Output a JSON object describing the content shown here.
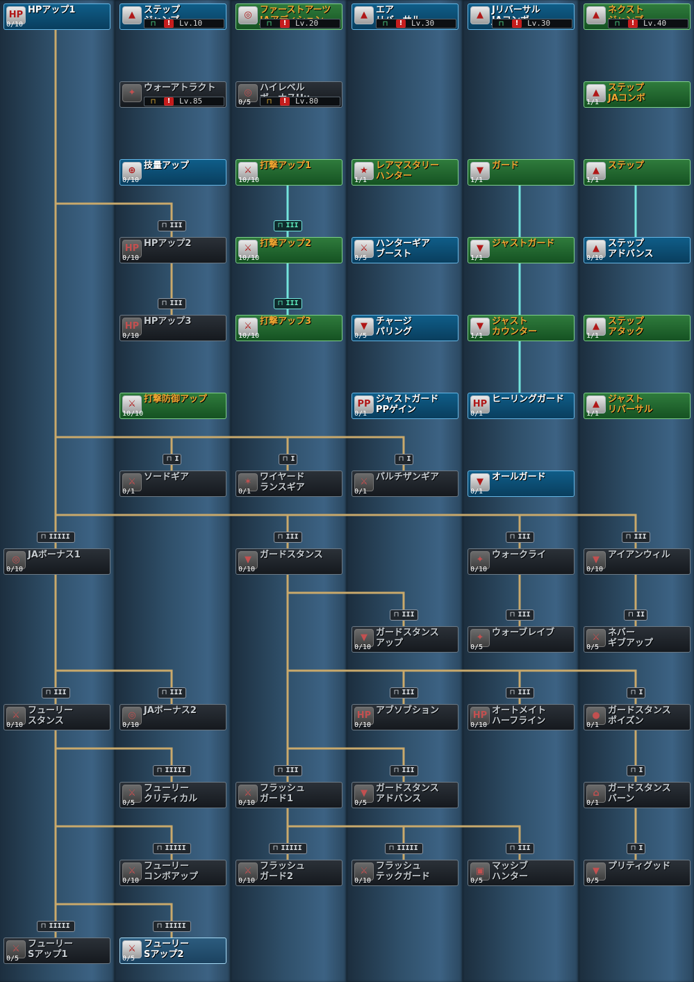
{
  "icons": {
    "lock": "padlock-icon",
    "warning": "warning-icon",
    "skill": "skill-icon"
  },
  "colors": {
    "learned": "#2f7b3c",
    "partial": "#0f5d88",
    "locked": "#1f2429",
    "learned_text": "#f0a531",
    "wire": "#c9a96b",
    "wire_active": "#73e4dc"
  },
  "skills": [
    {
      "id": "hp-up-1",
      "col": 0,
      "row": 0,
      "name": "HPアップ1",
      "points": "0/10",
      "state": "partial",
      "icon": "HP"
    },
    {
      "id": "step-jump",
      "col": 1,
      "row": 0,
      "name": "ステップ\nジャンプ",
      "points": "",
      "state": "partial",
      "icon": "▲",
      "req": "Lv.10",
      "lock": "green"
    },
    {
      "id": "first-arts-ja-addition",
      "col": 2,
      "row": 0,
      "name": "ファーストアーツ\nJAアディション",
      "points": "",
      "state": "learned",
      "icon": "◎",
      "req": "Lv.20",
      "lock": "green"
    },
    {
      "id": "air-reversal",
      "col": 3,
      "row": 0,
      "name": "エア\nリバーサル",
      "points": "",
      "state": "partial",
      "icon": "▲",
      "req": "Lv.30",
      "lock": "green"
    },
    {
      "id": "j-reversal-ja-combo",
      "col": 4,
      "row": 0,
      "name": "Jリバーサル\nJAコンボ",
      "points": "",
      "state": "partial",
      "icon": "▲",
      "req": "Lv.30",
      "lock": "green"
    },
    {
      "id": "next-jump",
      "col": 5,
      "row": 0,
      "name": "ネクスト\nジャンプ",
      "points": "",
      "state": "learned",
      "icon": "▲",
      "req": "Lv.40",
      "lock": "green"
    },
    {
      "id": "war-attract",
      "col": 1,
      "row": 1,
      "name": "ウォーアトラクト",
      "points": "",
      "state": "locked",
      "icon": "✦",
      "req": "Lv.85",
      "lock": "gold"
    },
    {
      "id": "high-level-bonus-hu",
      "col": 2,
      "row": 1,
      "name": "ハイレベル\nボーナスHu",
      "points": "0/5",
      "state": "locked",
      "icon": "◎",
      "req": "Lv.80",
      "lock": "gold"
    },
    {
      "id": "step-ja-combo",
      "col": 5,
      "row": 1,
      "name": "ステップ\nJAコンボ",
      "points": "1/1",
      "state": "learned",
      "icon": "▲"
    },
    {
      "id": "skill-up",
      "col": 1,
      "row": 2,
      "name": "技量アップ",
      "points": "0/10",
      "state": "partial",
      "icon": "⊕"
    },
    {
      "id": "strike-up-1",
      "col": 2,
      "row": 2,
      "name": "打撃アップ1",
      "points": "10/10",
      "state": "learned",
      "icon": "⚔"
    },
    {
      "id": "rare-mastery-hunter",
      "col": 3,
      "row": 2,
      "name": "レアマスタリー\nハンター",
      "points": "1/1",
      "state": "learned",
      "icon": "★"
    },
    {
      "id": "guard",
      "col": 4,
      "row": 2,
      "name": "ガード",
      "points": "1/1",
      "state": "learned",
      "icon": "▼"
    },
    {
      "id": "step",
      "col": 5,
      "row": 2,
      "name": "ステップ",
      "points": "1/1",
      "state": "learned",
      "icon": "▲"
    },
    {
      "id": "hp-up-2",
      "col": 1,
      "row": 3,
      "name": "HPアップ2",
      "points": "0/10",
      "state": "locked",
      "icon": "HP"
    },
    {
      "id": "strike-up-2",
      "col": 2,
      "row": 3,
      "name": "打撃アップ2",
      "points": "10/10",
      "state": "learned",
      "icon": "⚔"
    },
    {
      "id": "hunter-gear-boost",
      "col": 3,
      "row": 3,
      "name": "ハンターギア\nブースト",
      "points": "0/5",
      "state": "partial",
      "icon": "⚔"
    },
    {
      "id": "just-guard",
      "col": 4,
      "row": 3,
      "name": "ジャストガード",
      "points": "1/1",
      "state": "learned",
      "icon": "▼"
    },
    {
      "id": "step-advance",
      "col": 5,
      "row": 3,
      "name": "ステップ\nアドバンス",
      "points": "0/10",
      "state": "partial",
      "icon": "▲"
    },
    {
      "id": "hp-up-3",
      "col": 1,
      "row": 4,
      "name": "HPアップ3",
      "points": "0/10",
      "state": "locked",
      "icon": "HP"
    },
    {
      "id": "strike-up-3",
      "col": 2,
      "row": 4,
      "name": "打撃アップ3",
      "points": "10/10",
      "state": "learned",
      "icon": "⚔"
    },
    {
      "id": "charge-parry",
      "col": 3,
      "row": 4,
      "name": "チャージ\nパリング",
      "points": "0/5",
      "state": "partial",
      "icon": "▼"
    },
    {
      "id": "just-counter",
      "col": 4,
      "row": 4,
      "name": "ジャスト\nカウンター",
      "points": "1/1",
      "state": "learned",
      "icon": "▼"
    },
    {
      "id": "step-attack",
      "col": 5,
      "row": 4,
      "name": "ステップ\nアタック",
      "points": "1/1",
      "state": "learned",
      "icon": "▲"
    },
    {
      "id": "strike-defense-up",
      "col": 1,
      "row": 5,
      "name": "打撃防御アップ",
      "points": "10/10",
      "state": "learned",
      "icon": "⚔"
    },
    {
      "id": "just-guard-pp-gain",
      "col": 3,
      "row": 5,
      "name": "ジャストガード\nPPゲイン",
      "points": "0/1",
      "state": "partial",
      "icon": "PP"
    },
    {
      "id": "healing-guard",
      "col": 4,
      "row": 5,
      "name": "ヒーリングガード",
      "points": "0/1",
      "state": "partial",
      "icon": "HP"
    },
    {
      "id": "just-reversal",
      "col": 5,
      "row": 5,
      "name": "ジャスト\nリバーサル",
      "points": "1/1",
      "state": "learned",
      "icon": "▲"
    },
    {
      "id": "sword-gear",
      "col": 1,
      "row": 6,
      "name": "ソードギア",
      "points": "0/1",
      "state": "locked",
      "icon": "⚔"
    },
    {
      "id": "wired-lance-gear",
      "col": 2,
      "row": 6,
      "name": "ワイヤード\nランスギア",
      "points": "0/1",
      "state": "locked",
      "icon": "✶"
    },
    {
      "id": "partisan-gear",
      "col": 3,
      "row": 6,
      "name": "パルチザンギア",
      "points": "0/1",
      "state": "locked",
      "icon": "⚔"
    },
    {
      "id": "all-guard",
      "col": 4,
      "row": 6,
      "name": "オールガード",
      "points": "0/1",
      "state": "partial",
      "icon": "▼"
    },
    {
      "id": "ja-bonus-1",
      "col": 0,
      "row": 7,
      "name": "JAボーナス1",
      "points": "0/10",
      "state": "locked",
      "icon": "◎"
    },
    {
      "id": "guard-stance",
      "col": 2,
      "row": 7,
      "name": "ガードスタンス",
      "points": "0/10",
      "state": "locked",
      "icon": "▼"
    },
    {
      "id": "war-cry",
      "col": 4,
      "row": 7,
      "name": "ウォークライ",
      "points": "0/10",
      "state": "locked",
      "icon": "✦"
    },
    {
      "id": "iron-will",
      "col": 5,
      "row": 7,
      "name": "アイアンウィル",
      "points": "0/10",
      "state": "locked",
      "icon": "▼"
    },
    {
      "id": "guard-stance-up",
      "col": 3,
      "row": 8,
      "name": "ガードスタンス\nアップ",
      "points": "0/10",
      "state": "locked",
      "icon": "▼"
    },
    {
      "id": "war-brave",
      "col": 4,
      "row": 8,
      "name": "ウォーブレイブ",
      "points": "0/5",
      "state": "locked",
      "icon": "✦"
    },
    {
      "id": "never-give-up",
      "col": 5,
      "row": 8,
      "name": "ネバー\nギブアップ",
      "points": "0/5",
      "state": "locked",
      "icon": "⚔"
    },
    {
      "id": "fury-stance",
      "col": 0,
      "row": 9,
      "name": "フューリー\nスタンス",
      "points": "0/10",
      "state": "locked",
      "icon": "⚔"
    },
    {
      "id": "ja-bonus-2",
      "col": 1,
      "row": 9,
      "name": "JAボーナス2",
      "points": "0/10",
      "state": "locked",
      "icon": "◎"
    },
    {
      "id": "absorption",
      "col": 3,
      "row": 9,
      "name": "アブソブション",
      "points": "0/10",
      "state": "locked",
      "icon": "HP"
    },
    {
      "id": "automate-half-line",
      "col": 4,
      "row": 9,
      "name": "オートメイト\nハーフライン",
      "points": "0/10",
      "state": "locked",
      "icon": "HP"
    },
    {
      "id": "guard-stance-poison",
      "col": 5,
      "row": 9,
      "name": "ガードスタンス\nポイズン",
      "points": "0/1",
      "state": "locked",
      "icon": "●"
    },
    {
      "id": "fury-critical",
      "col": 1,
      "row": 10,
      "name": "フューリー\nクリティカル",
      "points": "0/5",
      "state": "locked",
      "icon": "⚔"
    },
    {
      "id": "flash-guard-1",
      "col": 2,
      "row": 10,
      "name": "フラッシュ\nガード1",
      "points": "0/10",
      "state": "locked",
      "icon": "⚔"
    },
    {
      "id": "guard-stance-advance",
      "col": 3,
      "row": 10,
      "name": "ガードスタンス\nアドバンス",
      "points": "0/5",
      "state": "locked",
      "icon": "▼"
    },
    {
      "id": "guard-stance-burn",
      "col": 5,
      "row": 10,
      "name": "ガードスタンス\nバーン",
      "points": "0/1",
      "state": "locked",
      "icon": "⌂"
    },
    {
      "id": "fury-combo-up",
      "col": 1,
      "row": 11,
      "name": "フューリー\nコンボアップ",
      "points": "0/10",
      "state": "locked",
      "icon": "⚔"
    },
    {
      "id": "flash-guard-2",
      "col": 2,
      "row": 11,
      "name": "フラッシュ\nガード2",
      "points": "0/10",
      "state": "locked",
      "icon": "⚔"
    },
    {
      "id": "flash-tech-guard",
      "col": 3,
      "row": 11,
      "name": "フラッシュ\nテックガード",
      "points": "0/10",
      "state": "locked",
      "icon": "⚔"
    },
    {
      "id": "massive-hunter",
      "col": 4,
      "row": 11,
      "name": "マッシブ\nハンター",
      "points": "0/5",
      "state": "locked",
      "icon": "▣"
    },
    {
      "id": "pretty-good",
      "col": 5,
      "row": 11,
      "name": "プリティグッド",
      "points": "0/5",
      "state": "locked",
      "icon": "▼"
    },
    {
      "id": "fury-s-up-1",
      "col": 0,
      "row": 12,
      "name": "フューリー\nSアップ1",
      "points": "0/5",
      "state": "locked",
      "icon": "⚔"
    },
    {
      "id": "fury-s-up-2",
      "col": 1,
      "row": 12,
      "name": "フューリー\nSアップ2",
      "points": "0/5",
      "state": "selected",
      "icon": "⚔"
    }
  ],
  "gates": [
    {
      "id": "gate-hp-up-2",
      "col": 1,
      "row": 3,
      "level": "III",
      "active": false
    },
    {
      "id": "gate-hp-up-3",
      "col": 1,
      "row": 4,
      "level": "III",
      "active": false
    },
    {
      "id": "gate-strike-up-2",
      "col": 2,
      "row": 3,
      "level": "III",
      "active": true
    },
    {
      "id": "gate-strike-up-3",
      "col": 2,
      "row": 4,
      "level": "III",
      "active": true
    },
    {
      "id": "gate-sword-gear",
      "col": 1,
      "row": 6,
      "level": "I",
      "active": false
    },
    {
      "id": "gate-wired-lance-gear",
      "col": 2,
      "row": 6,
      "level": "I",
      "active": false
    },
    {
      "id": "gate-partisan-gear",
      "col": 3,
      "row": 6,
      "level": "I",
      "active": false
    },
    {
      "id": "gate-ja-bonus-1",
      "col": 0,
      "row": 7,
      "level": "IIIII",
      "active": false
    },
    {
      "id": "gate-guard-stance",
      "col": 2,
      "row": 7,
      "level": "III",
      "active": false
    },
    {
      "id": "gate-war-cry",
      "col": 4,
      "row": 7,
      "level": "III",
      "active": false
    },
    {
      "id": "gate-iron-will",
      "col": 5,
      "row": 7,
      "level": "III",
      "active": false
    },
    {
      "id": "gate-guard-stance-up",
      "col": 3,
      "row": 8,
      "level": "III",
      "active": false
    },
    {
      "id": "gate-war-brave",
      "col": 4,
      "row": 8,
      "level": "III",
      "active": false
    },
    {
      "id": "gate-never-give-up",
      "col": 5,
      "row": 8,
      "level": "II",
      "active": false
    },
    {
      "id": "gate-fury-stance",
      "col": 0,
      "row": 9,
      "level": "III",
      "active": false
    },
    {
      "id": "gate-ja-bonus-2",
      "col": 1,
      "row": 9,
      "level": "III",
      "active": false
    },
    {
      "id": "gate-absorption",
      "col": 3,
      "row": 9,
      "level": "III",
      "active": false
    },
    {
      "id": "gate-automate-half-line",
      "col": 4,
      "row": 9,
      "level": "III",
      "active": false
    },
    {
      "id": "gate-guard-stance-poison",
      "col": 5,
      "row": 9,
      "level": "I",
      "active": false
    },
    {
      "id": "gate-fury-critical",
      "col": 1,
      "row": 10,
      "level": "IIIII",
      "active": false
    },
    {
      "id": "gate-flash-guard-1",
      "col": 2,
      "row": 10,
      "level": "III",
      "active": false
    },
    {
      "id": "gate-guard-stance-advance",
      "col": 3,
      "row": 10,
      "level": "III",
      "active": false
    },
    {
      "id": "gate-guard-stance-burn",
      "col": 5,
      "row": 10,
      "level": "I",
      "active": false
    },
    {
      "id": "gate-fury-combo-up",
      "col": 1,
      "row": 11,
      "level": "IIIII",
      "active": false
    },
    {
      "id": "gate-flash-guard-2",
      "col": 2,
      "row": 11,
      "level": "IIIII",
      "active": false
    },
    {
      "id": "gate-flash-tech-guard",
      "col": 3,
      "row": 11,
      "level": "IIIII",
      "active": false
    },
    {
      "id": "gate-massive-hunter",
      "col": 4,
      "row": 11,
      "level": "III",
      "active": false
    },
    {
      "id": "gate-pretty-good",
      "col": 5,
      "row": 11,
      "level": "I",
      "active": false
    },
    {
      "id": "gate-fury-s-up-1",
      "col": 0,
      "row": 12,
      "level": "IIIII",
      "active": false
    },
    {
      "id": "gate-fury-s-up-2",
      "col": 1,
      "row": 12,
      "level": "IIIII",
      "active": false
    }
  ],
  "links": [
    {
      "from": "hp-up-1",
      "to": "hp-up-2"
    },
    {
      "from": "hp-up-2",
      "to": "hp-up-3"
    },
    {
      "from": "strike-up-1",
      "to": "strike-up-2",
      "active": true
    },
    {
      "from": "strike-up-2",
      "to": "strike-up-3",
      "active": true
    },
    {
      "from": "guard",
      "to": "just-guard",
      "active": true
    },
    {
      "from": "just-guard",
      "to": "just-counter",
      "active": true
    },
    {
      "from": "just-counter",
      "to": "healing-guard",
      "active": true
    },
    {
      "from": "step",
      "to": "step-advance",
      "active": true
    },
    {
      "from": "hp-up-1",
      "to": "sword-gear"
    },
    {
      "from": "hp-up-1",
      "to": "wired-lance-gear"
    },
    {
      "from": "hp-up-1",
      "to": "partisan-gear"
    },
    {
      "from": "hp-up-1",
      "to": "ja-bonus-1"
    },
    {
      "from": "hp-up-1",
      "to": "guard-stance"
    },
    {
      "from": "hp-up-1",
      "to": "war-cry"
    },
    {
      "from": "hp-up-1",
      "to": "iron-will"
    },
    {
      "from": "guard-stance",
      "to": "guard-stance-up"
    },
    {
      "from": "war-cry",
      "to": "war-brave"
    },
    {
      "from": "iron-will",
      "to": "never-give-up"
    },
    {
      "from": "ja-bonus-1",
      "to": "fury-stance"
    },
    {
      "from": "ja-bonus-1",
      "to": "ja-bonus-2"
    },
    {
      "from": "guard-stance",
      "to": "absorption"
    },
    {
      "from": "guard-stance",
      "to": "automate-half-line"
    },
    {
      "from": "guard-stance",
      "to": "guard-stance-poison"
    },
    {
      "from": "guard-stance-poison",
      "to": "guard-stance-burn"
    },
    {
      "from": "guard-stance-burn",
      "to": "pretty-good"
    },
    {
      "from": "fury-stance",
      "to": "fury-critical"
    },
    {
      "from": "fury-stance",
      "to": "fury-combo-up"
    },
    {
      "from": "fury-stance",
      "to": "fury-s-up-1"
    },
    {
      "from": "fury-stance",
      "to": "fury-s-up-2"
    },
    {
      "from": "guard-stance",
      "to": "flash-guard-1"
    },
    {
      "from": "guard-stance",
      "to": "guard-stance-advance"
    },
    {
      "from": "flash-guard-1",
      "to": "flash-guard-2"
    },
    {
      "from": "flash-guard-1",
      "to": "flash-tech-guard"
    },
    {
      "from": "flash-guard-1",
      "to": "massive-hunter"
    }
  ]
}
